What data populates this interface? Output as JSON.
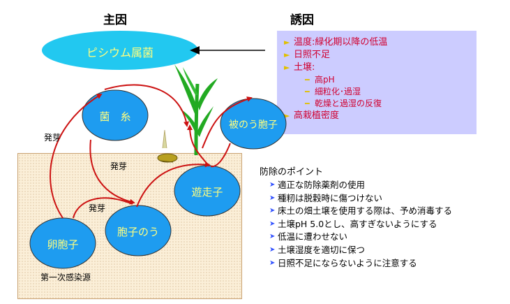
{
  "headings": {
    "primary": "主因",
    "inducement": "誘因"
  },
  "pathogen": "ピシウム属菌",
  "nodes": {
    "mycelium": "菌　糸",
    "sporangium_sac": "被のう胞子",
    "zoospore": "遊走子",
    "sporangium": "胞子のう",
    "oospore": "卵胞子"
  },
  "labels": {
    "germinate_left": "発芽",
    "germinate_center": "発芽",
    "germinate_lower": "発芽",
    "primary_source": "第一次感染源"
  },
  "causes": [
    {
      "text": "温度:緑化期以降の低温",
      "level": 0
    },
    {
      "text": "日照不足",
      "level": 0
    },
    {
      "text": "土壌:",
      "level": 0
    },
    {
      "text": "高pH",
      "level": 1
    },
    {
      "text": "細粒化･過湿",
      "level": 1
    },
    {
      "text": "乾燥と過湿の反復",
      "level": 1
    },
    {
      "text": "高栽植密度",
      "level": 0
    }
  ],
  "control": {
    "title": "防除のポイント",
    "items": [
      "適正な防除薬剤の使用",
      "種籾は脱穀時に傷つけない",
      "床土の畑土壌を使用する際は、予め消毒する",
      "土壌pH 5.0とし、高すぎないようにする",
      "低温に遭わせない",
      "土壌湿度を適切に保つ",
      "日照不足にならないように注意する"
    ]
  },
  "colors": {
    "ellipse_fill": "#1e9cf0",
    "pathogen_fill": "#22c8f0",
    "arrow": "#cc1111",
    "cause_box": "#ccccff",
    "cause_text": "#d00030",
    "plant_green": "#22aa22"
  }
}
